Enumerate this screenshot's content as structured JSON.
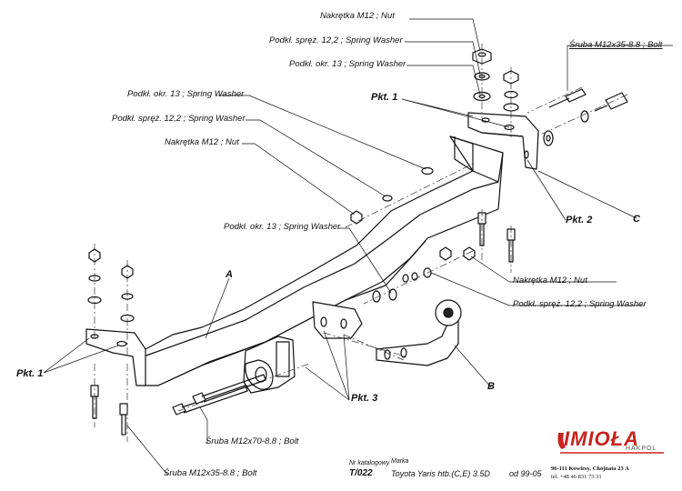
{
  "labels": {
    "top_nut": "Nakrętka  M12 ; Nut",
    "top_spring_washer": "Podkł. spręż. 12,2 ; Spring Washer",
    "top_flat_washer": "Podkł. okr. 13 ; Spring Washer",
    "right_bolt": "Śruba M12x35-8.8 ;  Bolt",
    "pkt1_top": "Pkt. 1",
    "left_flat_washer": "Podkł. okr. 13 ; Spring Washer",
    "left_spring_washer": "Podkł. spręż. 12,2 ; Spring Washer",
    "left_nut": "Nakrętka  M12 ; Nut",
    "pkt2": "Pkt. 2",
    "letter_c": "C",
    "mid_flat_washer": "Podkł. okr. 13 ; Spring Washer",
    "letter_a": "A",
    "mid_nut": "Nakrętka  M12 ; Nut",
    "mid_spring_washer": "Podkł. spręż. 12,2 ; Spring Washer",
    "pkt1_left": "Pkt. 1",
    "letter_b": "B",
    "pkt3": "Pkt. 3",
    "bolt_70": "Śruba M12x70-8.8 ;  Bolt",
    "bottom_bolt": "Śruba M12x35-8.8 ;  Bolt"
  },
  "footer": {
    "catalog_label": "Nr katalogowy",
    "catalog_value": "T/022",
    "brand_label": "Marka",
    "brand_value": "Toyota Yaris htb.(C,E) 3.5D",
    "years": "od  99-05"
  },
  "logo": {
    "name": "IMIOŁA",
    "sub": "HAKPOL",
    "address": "96-111 Kowiesy, Chojnata 23 A",
    "phone": "tel. +48 46 831 73 31",
    "brand_color": "#c8231e"
  }
}
